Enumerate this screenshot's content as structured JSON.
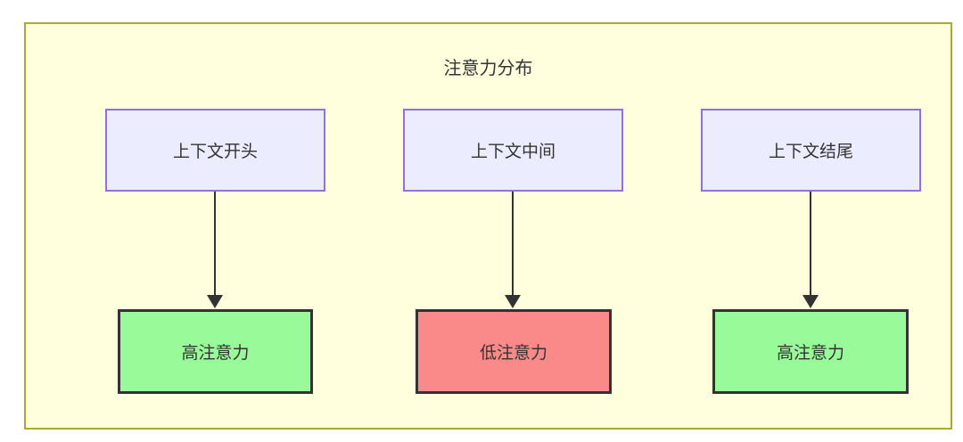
{
  "diagram": {
    "title": "注意力分布",
    "colors": {
      "canvas_fill": "#ffffde",
      "canvas_border": "#aaaa33",
      "arrow": "#333333",
      "text": "#333333",
      "context_node_fill": "#ececff",
      "context_node_border": "#9370db",
      "high_attention_fill": "#99fa99",
      "low_attention_fill": "#fa8a8a",
      "attention_node_border": "#333333"
    },
    "top_nodes": [
      {
        "label": "上下文开头",
        "fill": "#ececff",
        "border": "#9370db"
      },
      {
        "label": "上下文中间",
        "fill": "#ececff",
        "border": "#9370db"
      },
      {
        "label": "上下文结尾",
        "fill": "#ececff",
        "border": "#9370db"
      }
    ],
    "bottom_nodes": [
      {
        "label": "高注意力",
        "fill": "#99fa99",
        "border": "#333333"
      },
      {
        "label": "低注意力",
        "fill": "#fa8a8a",
        "border": "#333333"
      },
      {
        "label": "高注意力",
        "fill": "#99fa99",
        "border": "#333333"
      }
    ],
    "edges": [
      {
        "from": "上下文开头",
        "to": "高注意力"
      },
      {
        "from": "上下文中间",
        "to": "低注意力"
      },
      {
        "from": "上下文结尾",
        "to": "高注意力"
      }
    ]
  }
}
